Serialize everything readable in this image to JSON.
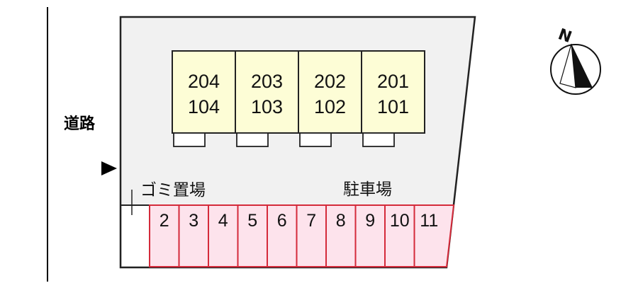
{
  "road_label": "道路",
  "garbage_label": "ゴミ置場",
  "parking_label": "駐車場",
  "north_label": "N",
  "units": [
    {
      "upper": "204",
      "lower": "104"
    },
    {
      "upper": "203",
      "lower": "103"
    },
    {
      "upper": "202",
      "lower": "102"
    },
    {
      "upper": "201",
      "lower": "101"
    }
  ],
  "parking_spaces": [
    "2",
    "3",
    "4",
    "5",
    "6",
    "7",
    "8",
    "9",
    "10",
    "11"
  ],
  "colors": {
    "lot_fill": "#f1f1f1",
    "building_fill": "#fdfdd6",
    "parking_fill": "#fde3ec",
    "parking_stroke": "#d42a3a",
    "outline": "#222222"
  }
}
